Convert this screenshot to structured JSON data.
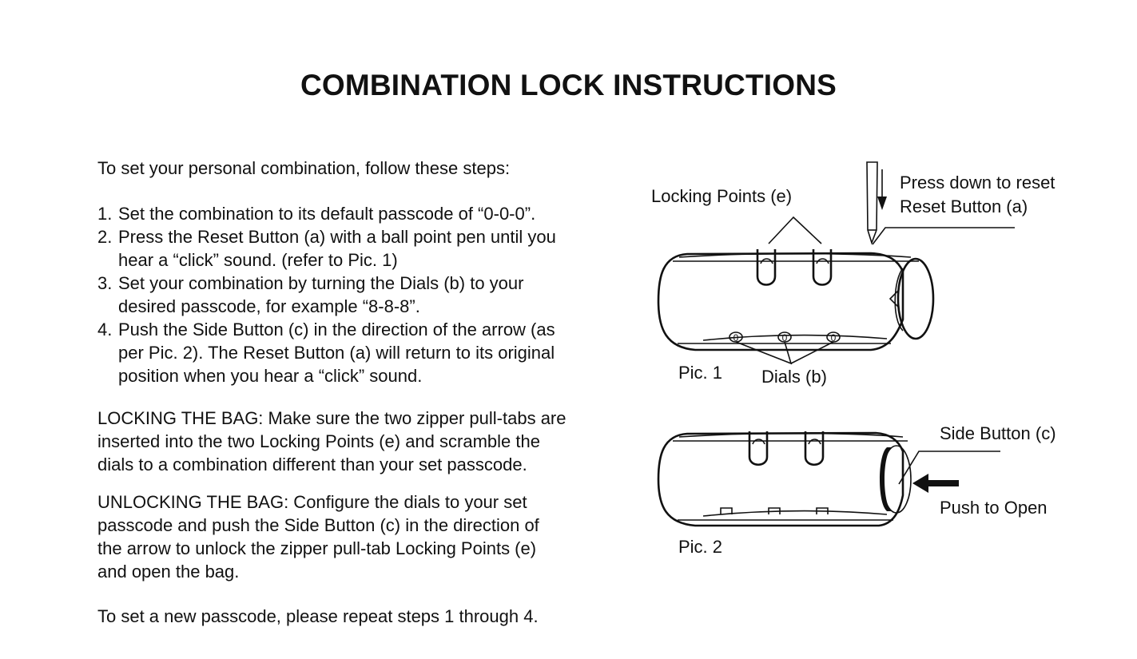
{
  "title": "COMBINATION LOCK INSTRUCTIONS",
  "intro": "To set your personal combination, follow these steps:",
  "steps": [
    {
      "number": "1.",
      "lines": [
        "Set the combination to its default passcode of “0-0-0”."
      ]
    },
    {
      "number": "2.",
      "lines": [
        "Press the Reset Button (a) with a ball point pen until you",
        "hear a “click” sound. (refer to Pic. 1)"
      ]
    },
    {
      "number": "3.",
      "lines": [
        "Set your combination by turning the Dials (b) to your",
        "desired passcode, for example “8-8-8”."
      ]
    },
    {
      "number": "4.",
      "lines": [
        "Push the Side Button (c) in the direction of the arrow (as",
        "per Pic. 2). The Reset Button (a) will return to its original",
        "position when you hear a “click” sound."
      ]
    }
  ],
  "locking": [
    "LOCKING THE BAG:  Make sure the two zipper pull-tabs are",
    "inserted into the two Locking Points (e) and scramble the",
    "dials to a combination different than your set passcode."
  ],
  "unlocking": [
    "UNLOCKING THE BAG:  Configure the dials to your set",
    "passcode and push the Side Button (c) in the direction of",
    "the arrow to unlock the zipper pull-tab Locking Points (e)",
    "and open the bag."
  ],
  "repeat": "To set a new passcode, please repeat steps 1 through 4.",
  "pic1": {
    "locking_points": "Locking Points (e)",
    "press_down": "Press down to reset",
    "reset_button": "Reset Button (a)",
    "dials": "Dials (b)",
    "caption": "Pic. 1"
  },
  "pic2": {
    "side_button": "Side Button (c)",
    "push_to_open": "Push to Open",
    "caption": "Pic. 2"
  },
  "dial_digit": "0"
}
